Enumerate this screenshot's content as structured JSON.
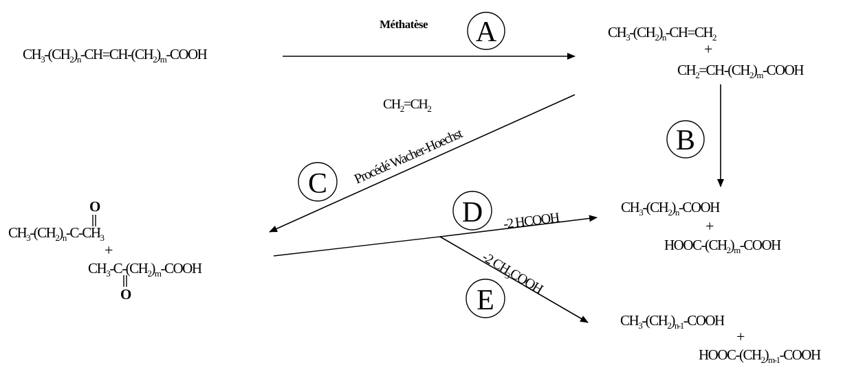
{
  "reactant": {
    "parts": [
      "CH",
      "3",
      "-(CH",
      "2",
      ")",
      "n",
      "-CH=CH-(CH",
      "2",
      ")",
      "m",
      "-COOH"
    ]
  },
  "reagent_ethylene": {
    "parts": [
      "CH",
      "2",
      "=CH",
      "2"
    ]
  },
  "metathesis_label": "Méthatèse",
  "wacker_label": "Procédé Wacher-Hoechst",
  "steps": {
    "A": "A",
    "B": "B",
    "C": "C",
    "D": "D",
    "E": "E"
  },
  "metathesis_products": {
    "line1": [
      "CH",
      "3",
      "-(CH",
      "2",
      ")",
      "n",
      "-CH=CH",
      "2"
    ],
    "plus": "+",
    "line2": [
      "CH",
      "2",
      "=CH-(CH",
      "2",
      ")",
      "m",
      "-COOH"
    ]
  },
  "oxidation_products": {
    "line1": [
      "CH",
      "3",
      "-(CH",
      "2",
      ")",
      "n",
      "-COOH"
    ],
    "plus": "+",
    "line2": [
      "HOOC-(CH",
      "2",
      ")",
      "m",
      "-COOH"
    ]
  },
  "ketones": {
    "oxygen_top": "O",
    "line1": [
      "CH",
      "3",
      "-(CH",
      "2",
      ")",
      "n",
      "-C-CH",
      "3"
    ],
    "plus": "+",
    "line2": [
      "CH",
      "3",
      "-C-(CH",
      "2",
      ")",
      "m",
      "-COOH"
    ],
    "oxygen_bottom": "O"
  },
  "label_D": {
    "parts": [
      "-2 HCOOH"
    ]
  },
  "label_E": {
    "parts": [
      "-2 CH",
      "3",
      "COOH"
    ]
  },
  "shortened_products": {
    "line1": [
      "CH",
      "3",
      "-(CH",
      "2",
      ")",
      "n-1",
      "-COOH"
    ],
    "plus": "+",
    "line2": [
      "HOOC-(CH",
      "2",
      ")",
      "m-1",
      "-COOH"
    ]
  }
}
